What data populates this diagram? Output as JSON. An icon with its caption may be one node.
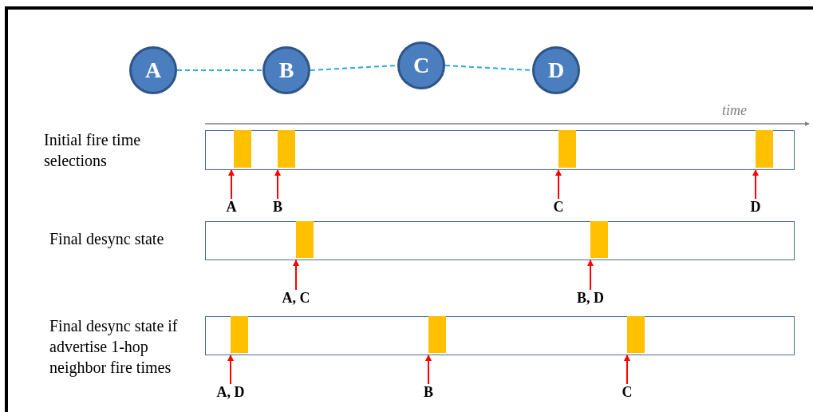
{
  "diagram": {
    "nodes": [
      {
        "text": [
          "A"
        ]
      },
      {
        "text": [
          "B"
        ]
      },
      {
        "text": [
          "C"
        ]
      },
      {
        "text": [
          "D"
        ]
      },
      {
        "text": [],
        "shape": "bar"
      },
      {
        "text": [],
        "shape": "bar",
        "in": 4
      },
      {
        "text": [],
        "shape": "bar",
        "in": 4
      },
      {
        "text": [],
        "shape": "bar",
        "in": 4
      },
      {
        "text": [],
        "shape": "bar",
        "in": 4
      },
      {
        "text": [
          "A"
        ]
      },
      {
        "text": [
          "B"
        ]
      },
      {
        "text": [
          "C"
        ]
      },
      {
        "text": [
          "D"
        ]
      },
      {
        "text": [],
        "shape": "bar"
      },
      {
        "text": [],
        "shape": "bar",
        "in": 13
      },
      {
        "text": [],
        "shape": "bar",
        "in": 13
      },
      {
        "text": [
          "A, C"
        ]
      },
      {
        "text": [
          "B, D"
        ]
      },
      {
        "text": [],
        "shape": "bar"
      },
      {
        "text": [],
        "shape": "bar",
        "in": 18
      },
      {
        "text": [],
        "shape": "bar",
        "in": 18
      },
      {
        "text": [],
        "shape": "bar",
        "in": 18
      },
      {
        "text": [
          "A, D"
        ]
      },
      {
        "text": [
          "B"
        ]
      },
      {
        "text": [
          "C"
        ]
      }
    ],
    "edges": [
      {
        "from": 0,
        "to": 1,
        "arrow": "none",
        "style": "dashed",
        "color": "#29abe2"
      },
      {
        "from": 1,
        "to": 2,
        "arrow": "none",
        "style": "dashed",
        "color": "#29abe2"
      },
      {
        "from": 2,
        "to": 3,
        "arrow": "none",
        "style": "dashed",
        "color": "#29abe2"
      },
      {
        "from": 9,
        "to": 5,
        "arrow": "to"
      },
      {
        "from": 10,
        "to": 6,
        "arrow": "to"
      },
      {
        "from": 11,
        "to": 7,
        "arrow": "to"
      },
      {
        "from": 12,
        "to": 8,
        "arrow": "to"
      },
      {
        "from": 16,
        "to": 14,
        "arrow": "to"
      },
      {
        "from": 17,
        "to": 15,
        "arrow": "to"
      },
      {
        "from": 22,
        "to": 19,
        "arrow": "to"
      },
      {
        "from": 23,
        "to": 20,
        "arrow": "to"
      },
      {
        "from": 24,
        "to": 21,
        "arrow": "to"
      }
    ],
    "labels": [
      "time",
      "Initial fire time selections",
      "Final desync state",
      "Final desync state if advertise 1-hop neighbor fire times"
    ]
  }
}
